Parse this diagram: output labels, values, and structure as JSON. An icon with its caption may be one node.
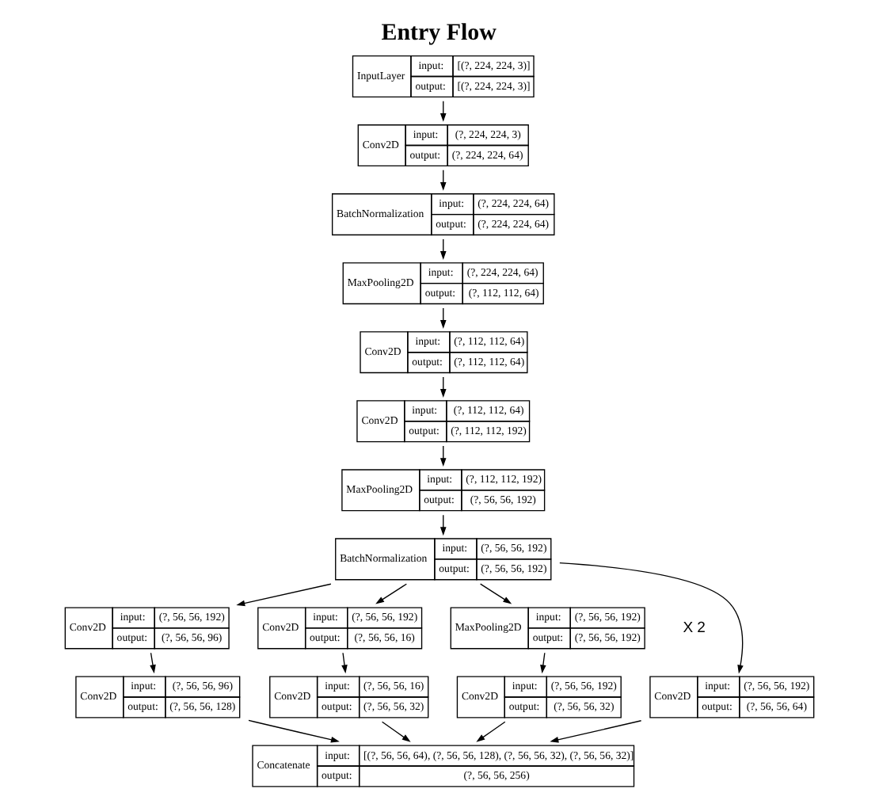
{
  "diagram": {
    "title": "Entry Flow",
    "nodes": [
      {
        "text": [
          "InputLayer",
          "input:",
          "[(?, 224, 224, 3)]",
          "output:",
          "[(?, 224, 224, 3)]"
        ]
      },
      {
        "text": [
          "Conv2D",
          "input:",
          "(?, 224, 224, 3)",
          "output:",
          "(?, 224, 224, 64)"
        ]
      },
      {
        "text": [
          "BatchNormalization",
          "input:",
          "(?, 224, 224, 64)",
          "output:",
          "(?, 224, 224, 64)"
        ]
      },
      {
        "text": [
          "MaxPooling2D",
          "input:",
          "(?, 224, 224, 64)",
          "output:",
          "(?, 112, 112, 64)"
        ]
      },
      {
        "text": [
          "Conv2D",
          "input:",
          "(?, 112, 112, 64)",
          "output:",
          "(?, 112, 112, 64)"
        ]
      },
      {
        "text": [
          "Conv2D",
          "input:",
          "(?, 112, 112, 64)",
          "output:",
          "(?, 112, 112, 192)"
        ]
      },
      {
        "text": [
          "MaxPooling2D",
          "input:",
          "(?, 112, 112, 192)",
          "output:",
          "(?, 56, 56, 192)"
        ]
      },
      {
        "text": [
          "BatchNormalization",
          "input:",
          "(?, 56, 56, 192)",
          "output:",
          "(?, 56, 56, 192)"
        ]
      },
      {
        "text": [
          "Conv2D",
          "input:",
          "(?, 56, 56, 192)",
          "output:",
          "(?, 56, 56, 96)"
        ]
      },
      {
        "text": [
          "Conv2D",
          "input:",
          "(?, 56, 56, 192)",
          "output:",
          "(?, 56, 56, 16)"
        ]
      },
      {
        "text": [
          "MaxPooling2D",
          "input:",
          "(?, 56, 56, 192)",
          "output:",
          "(?, 56, 56, 192)"
        ]
      },
      {
        "text": [
          "Conv2D",
          "input:",
          "(?, 56, 56, 96)",
          "output:",
          "(?, 56, 56, 128)"
        ]
      },
      {
        "text": [
          "Conv2D",
          "input:",
          "(?, 56, 56, 16)",
          "output:",
          "(?, 56, 56, 32)"
        ]
      },
      {
        "text": [
          "Conv2D",
          "input:",
          "(?, 56, 56, 192)",
          "output:",
          "(?, 56, 56, 32)"
        ]
      },
      {
        "text": [
          "Conv2D",
          "input:",
          "(?, 56, 56, 192)",
          "output:",
          "(?, 56, 56, 64)"
        ]
      },
      {
        "text": [
          "Concatenate",
          "input:",
          "[(?, 56, 56, 64), (?, 56, 56, 128), (?, 56, 56, 32), (?, 56, 56, 32)]",
          "output:",
          "(?, 56, 56, 256)"
        ]
      }
    ],
    "edges": [
      {
        "from": 0,
        "to": 1,
        "arrow": "to"
      },
      {
        "from": 1,
        "to": 2,
        "arrow": "to"
      },
      {
        "from": 2,
        "to": 3,
        "arrow": "to"
      },
      {
        "from": 3,
        "to": 4,
        "arrow": "to"
      },
      {
        "from": 4,
        "to": 5,
        "arrow": "to"
      },
      {
        "from": 5,
        "to": 6,
        "arrow": "to"
      },
      {
        "from": 6,
        "to": 7,
        "arrow": "to"
      },
      {
        "from": 7,
        "to": 8,
        "arrow": "to"
      },
      {
        "from": 7,
        "to": 9,
        "arrow": "to"
      },
      {
        "from": 7,
        "to": 10,
        "arrow": "to"
      },
      {
        "from": 7,
        "to": 14,
        "arrow": "to"
      },
      {
        "from": 8,
        "to": 11,
        "arrow": "to"
      },
      {
        "from": 9,
        "to": 12,
        "arrow": "to"
      },
      {
        "from": 10,
        "to": 13,
        "arrow": "to"
      },
      {
        "from": 11,
        "to": 15,
        "arrow": "to"
      },
      {
        "from": 12,
        "to": 15,
        "arrow": "to"
      },
      {
        "from": 13,
        "to": 15,
        "arrow": "to"
      },
      {
        "from": 14,
        "to": 15,
        "arrow": "to"
      }
    ],
    "labels": [
      "X 2"
    ]
  }
}
